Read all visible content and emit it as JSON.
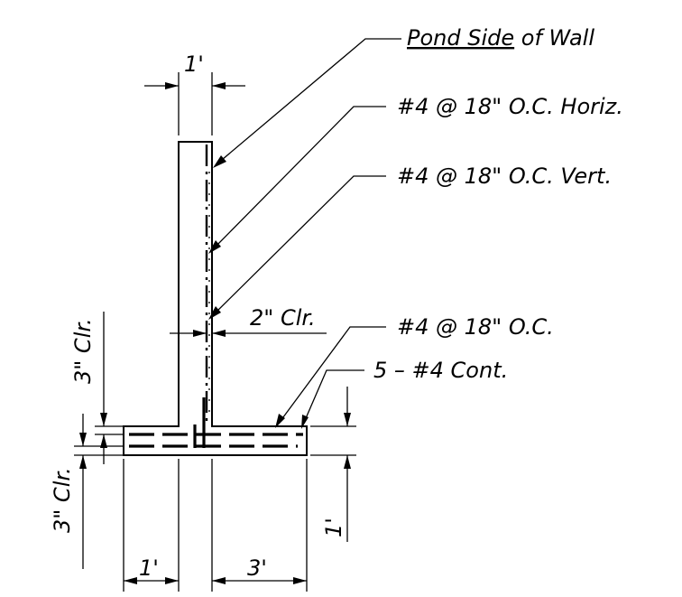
{
  "callouts": {
    "pond_side_prefix": "Pond Side",
    "pond_side_suffix": " of Wall",
    "horiz_bars": "#4 @ 18\" O.C. Horiz.",
    "vert_bars": "#4 @ 18\" O.C. Vert.",
    "footing_bars": "#4 @ 18\" O.C.",
    "cont_bars": "5 – #4 Cont."
  },
  "dimensions": {
    "stem_width": "1'",
    "stem_clear": "2\" Clr.",
    "upper_clear": "3\" Clr.",
    "lower_clear": "3\" Clr.",
    "footing_depth": "1'",
    "toe_width": "1'",
    "heel_width": "3'"
  }
}
